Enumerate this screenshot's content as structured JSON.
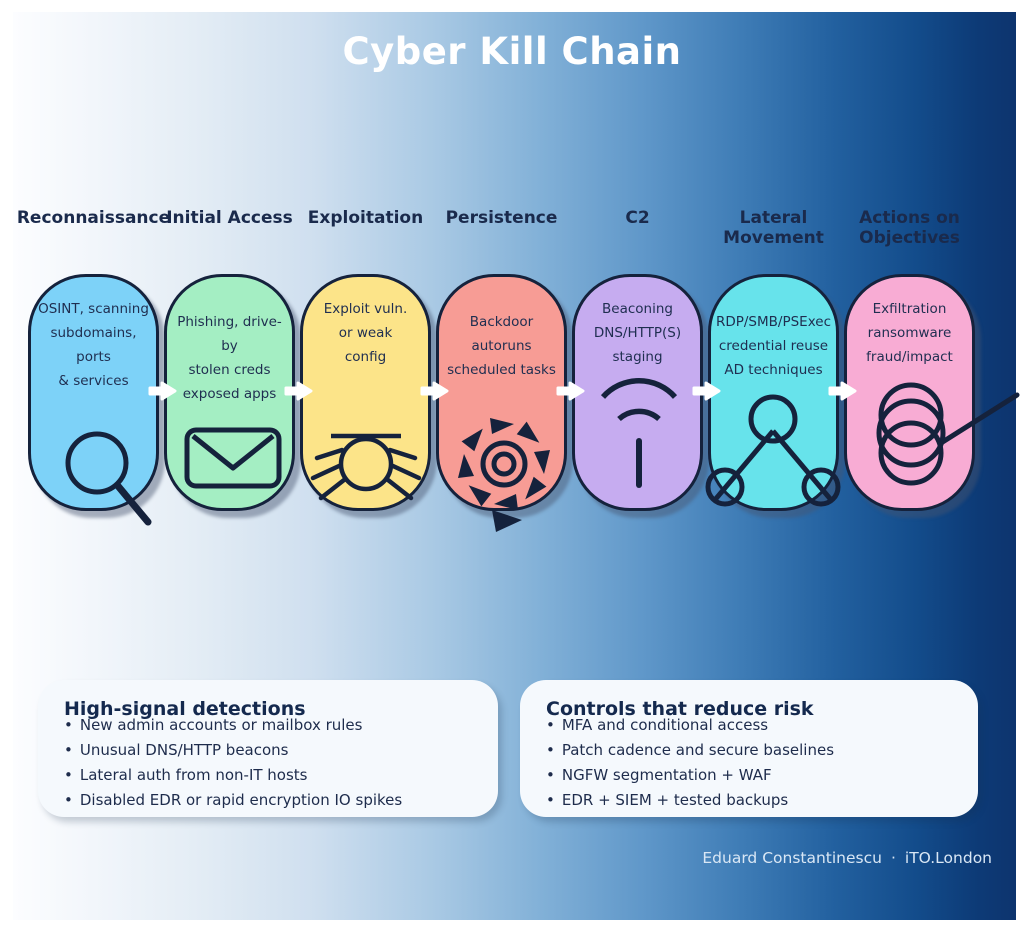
{
  "title": "Cyber Kill Chain",
  "bullet_char": "•",
  "colors": {
    "ink": "#15223C",
    "header_text": "#1A2A4C",
    "arrow": "#FFFFFF",
    "background_left": "#FCFDFF",
    "background_right": "#0D346E"
  },
  "stages": [
    {
      "label": "Reconnaissance",
      "description": "OSINT, scanning\nsubdomains, ports\n& services",
      "color": "#7DD2F8",
      "icon": "magnifier-icon",
      "text_offset": "normal"
    },
    {
      "label": "Initial Access",
      "description": "Phishing, drive-by\nstolen creds\nexposed apps",
      "color": "#A4EEC3",
      "icon": "envelope-icon",
      "text_offset": "low"
    },
    {
      "label": "Exploitation",
      "description": "Exploit vuln.\nor weak\nconfig",
      "color": "#FCE489",
      "icon": "bug-icon",
      "text_offset": "normal"
    },
    {
      "label": "Persistence",
      "description": "Backdoor\nautoruns\nscheduled tasks",
      "color": "#F79C95",
      "icon": "autorun-gear-icon",
      "text_offset": "low"
    },
    {
      "label": "C2",
      "description": "Beaconing\nDNS/HTTP(S)\nstaging",
      "color": "#C6ACF0",
      "icon": "beacon-icon",
      "text_offset": "normal"
    },
    {
      "label": "Lateral Movement",
      "description": "RDP/SMB/PSExec\ncredential reuse\nAD techniques",
      "color": "#67E3EB",
      "icon": "network-icon",
      "text_offset": "low"
    },
    {
      "label": "Actions on Objectives",
      "description": "Exfiltration\nransomware\nfraud/impact",
      "color": "#F8ACD4",
      "icon": "loops-icon",
      "text_offset": "normal"
    }
  ],
  "detections": {
    "title": "High-signal detections",
    "items": [
      "New admin accounts or mailbox rules",
      "Unusual DNS/HTTP beacons",
      "Lateral auth from non-IT hosts",
      "Disabled EDR or rapid encryption IO spikes"
    ]
  },
  "controls": {
    "title": "Controls that reduce risk",
    "items": [
      "MFA and conditional access",
      "Patch cadence and secure baselines",
      "NGFW segmentation + WAF",
      "EDR + SIEM + tested backups"
    ]
  },
  "footer": {
    "credit": "Eduard Constantinescu",
    "separator": "·",
    "site": "iTO.London"
  }
}
